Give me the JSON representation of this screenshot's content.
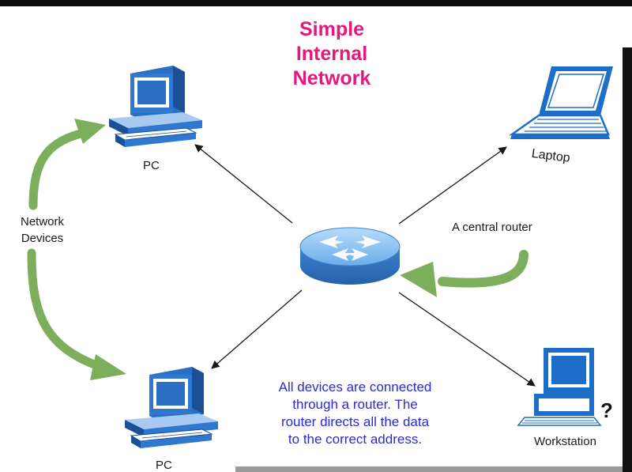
{
  "title": {
    "line1": "Simple",
    "line2": "Internal",
    "line3": "Network"
  },
  "labels": {
    "pc_top": "PC",
    "pc_bottom": "PC",
    "laptop": "Laptop",
    "workstation": "Workstation",
    "workstation_mark": "?",
    "router_callout": "A central router",
    "network_devices_line1": "Network",
    "network_devices_line2": "Devices"
  },
  "caption": {
    "line1": "All devices are connected",
    "line2": "through a router. The",
    "line3": "router directs all the data",
    "line4": "to the correct address."
  },
  "colors": {
    "title": "#e6177d",
    "caption": "#2a2ad0",
    "device_blue": "#1d6ec8",
    "highlight_arrow": "#7cae5c",
    "router": "#4a90dc"
  },
  "icons": {
    "pc": "desktop-computer-icon",
    "laptop": "laptop-icon",
    "workstation": "workstation-icon",
    "router": "router-icon"
  }
}
